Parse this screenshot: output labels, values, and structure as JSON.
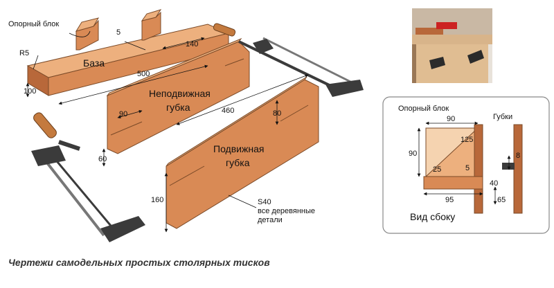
{
  "labels": {
    "support_block": "Опорный блок",
    "base": "База",
    "fixed_jaw_l1": "Неподвижная",
    "fixed_jaw_l2": "губка",
    "moving_jaw_l1": "Подвижная",
    "moving_jaw_l2": "губка",
    "material_l1": "S40",
    "material_l2": "все деревянные",
    "material_l3": "детали",
    "r5": "R5"
  },
  "dims": {
    "d5": "5",
    "d140": "140",
    "d500": "500",
    "d100": "100",
    "d90": "90",
    "d60": "60",
    "d460": "460",
    "d80": "80",
    "d160": "160"
  },
  "side_view": {
    "support_block": "Опорный блок",
    "jaws": "Губки",
    "title": "Вид сбоку",
    "d90_top": "90",
    "d125": "125",
    "d90_left": "90",
    "d25": "25",
    "d5": "5",
    "d8": "8",
    "d40": "40",
    "d95": "95",
    "d65": "65"
  },
  "caption": "Чертежи самодельных простых столярных тисков",
  "colors": {
    "wood": "#d98a55",
    "wood_top": "#edb07e",
    "wood_dark": "#b8683a",
    "metal": "#3b3b3b",
    "handle": "#c47a3e",
    "frame": "#777777"
  }
}
